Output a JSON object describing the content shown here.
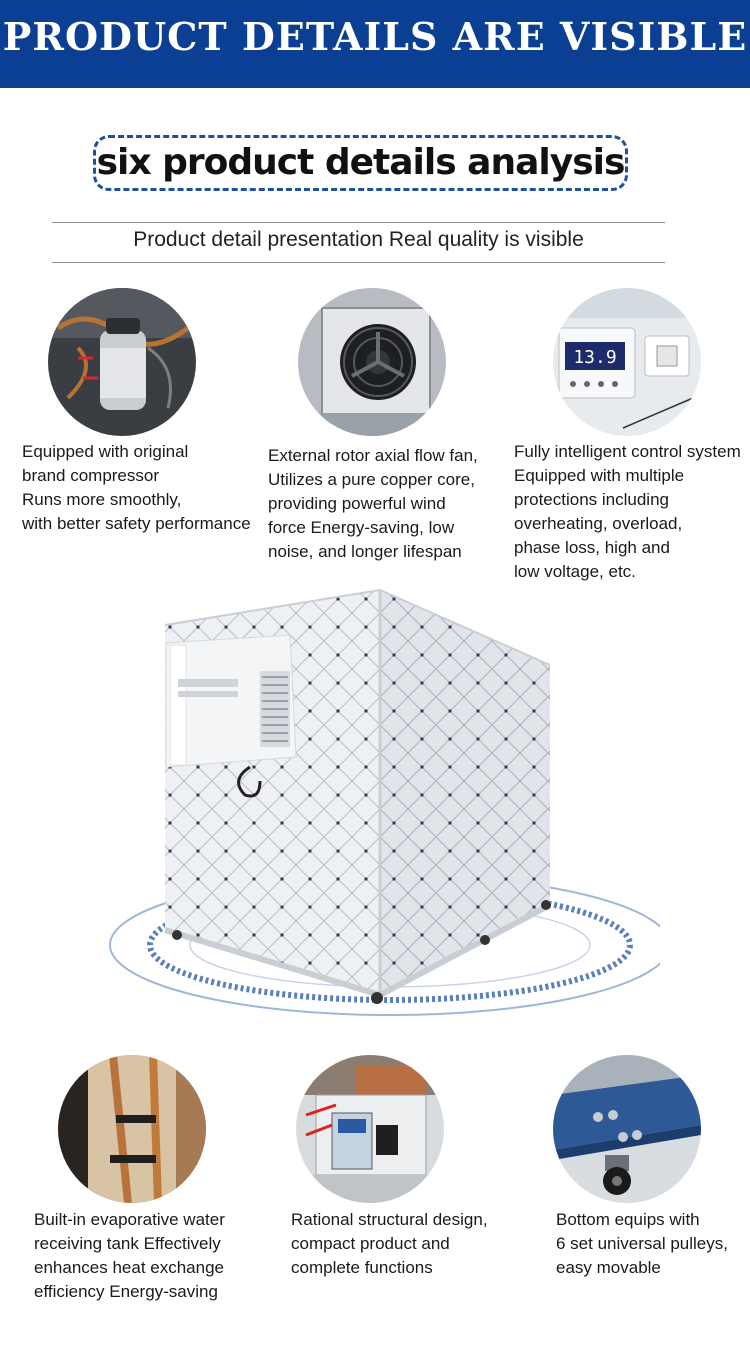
{
  "header": {
    "title": "PRODUCT DETAILS ARE VISIBLE"
  },
  "section": {
    "title": "six product details analysis",
    "subtitle": "Product detail presentation Real quality is visible"
  },
  "details_top": [
    {
      "icon": "compressor-icon",
      "lines": [
        "Equipped with original",
        "brand compressor",
        "Runs more smoothly,",
        "with better safety performance"
      ]
    },
    {
      "icon": "axial-fan-icon",
      "lines": [
        "External rotor axial flow fan,",
        "Utilizes a pure copper core,",
        "providing powerful wind",
        "force Energy-saving, low",
        "noise, and longer lifespan"
      ]
    },
    {
      "icon": "control-panel-icon",
      "display": "13.9",
      "lines": [
        "Fully intelligent control system",
        "Equipped with multiple",
        "protections including",
        "overheating, overload,",
        "phase loss, high and",
        "low voltage, etc."
      ]
    }
  ],
  "details_bottom": [
    {
      "icon": "water-tank-icon",
      "lines": [
        "Built-in evaporative water",
        "receiving tank Effectively",
        "enhances heat exchange",
        "efficiency Energy-saving"
      ]
    },
    {
      "icon": "structure-icon",
      "lines": [
        "Rational structural design,",
        "compact product and",
        "complete functions"
      ]
    },
    {
      "icon": "pulley-icon",
      "lines": [
        "Bottom equips with",
        "6 set universal pulleys,",
        "easy movable"
      ]
    }
  ],
  "colors": {
    "banner": "#0b3f94",
    "dash_border": "#1d4f9c",
    "text": "#1a1a1a"
  }
}
